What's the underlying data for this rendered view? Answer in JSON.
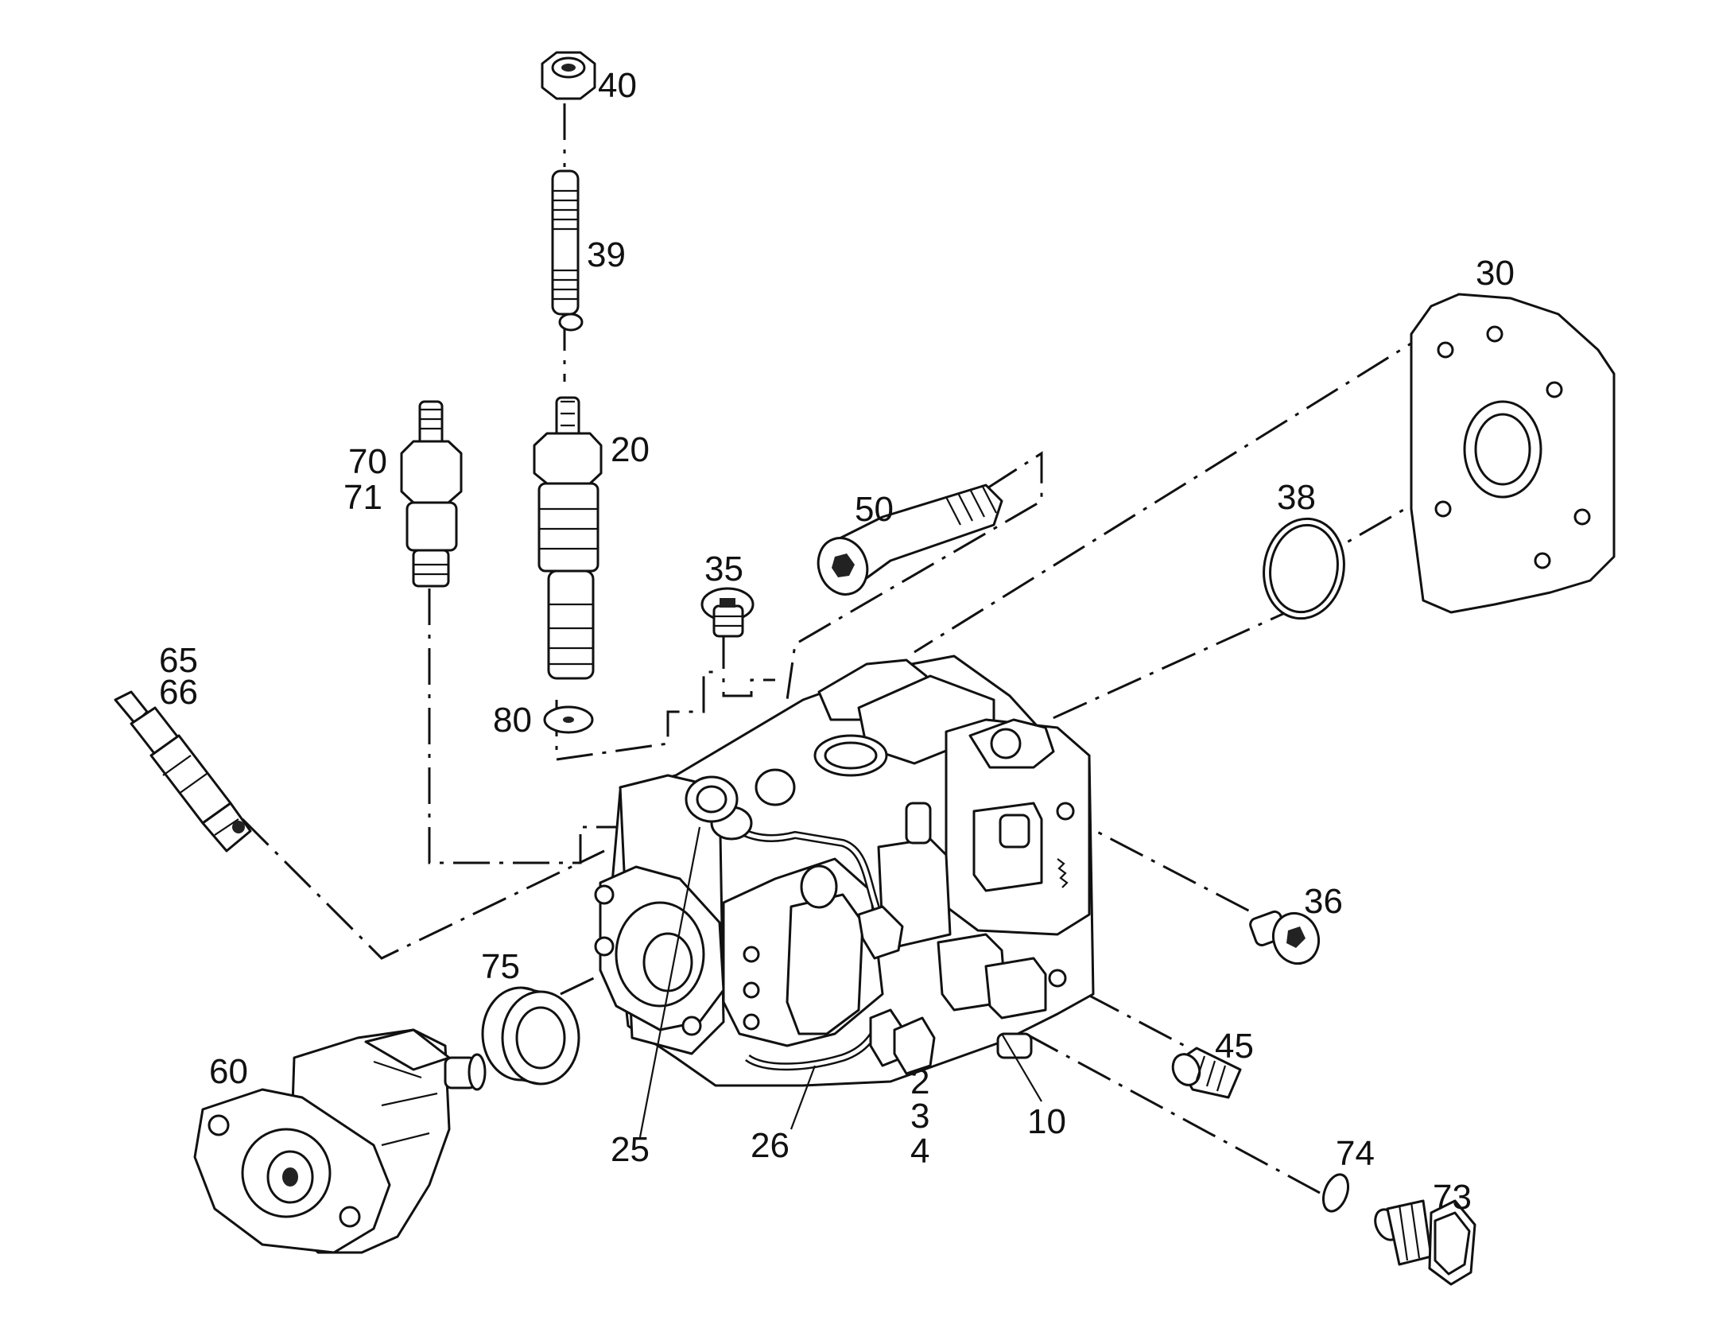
{
  "diagram": {
    "labels": [
      "40",
      "39",
      "20",
      "70",
      "71",
      "50",
      "30",
      "38",
      "35",
      "65",
      "66",
      "80",
      "36",
      "75",
      "60",
      "25",
      "26",
      "2",
      "3",
      "4",
      "10",
      "45",
      "74",
      "73"
    ]
  }
}
